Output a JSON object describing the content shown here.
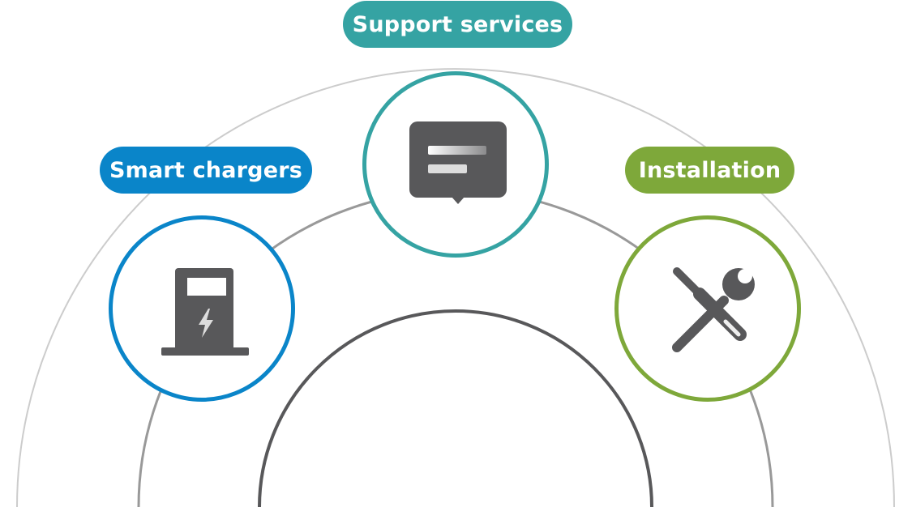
{
  "colors": {
    "support": "#35a3a3",
    "chargers": "#0a85c9",
    "installation": "#7ea83a",
    "icon": "#58585a",
    "ring_outer": "#cccccc",
    "ring_middle": "#999999",
    "ring_inner": "#58585a"
  },
  "nodes": {
    "support": {
      "label": "Support services",
      "icon": "chat-bubble-icon"
    },
    "chargers": {
      "label": "Smart chargers",
      "icon": "ev-charger-icon"
    },
    "installation": {
      "label": "Installation",
      "icon": "wrench-screwdriver-icon"
    }
  }
}
